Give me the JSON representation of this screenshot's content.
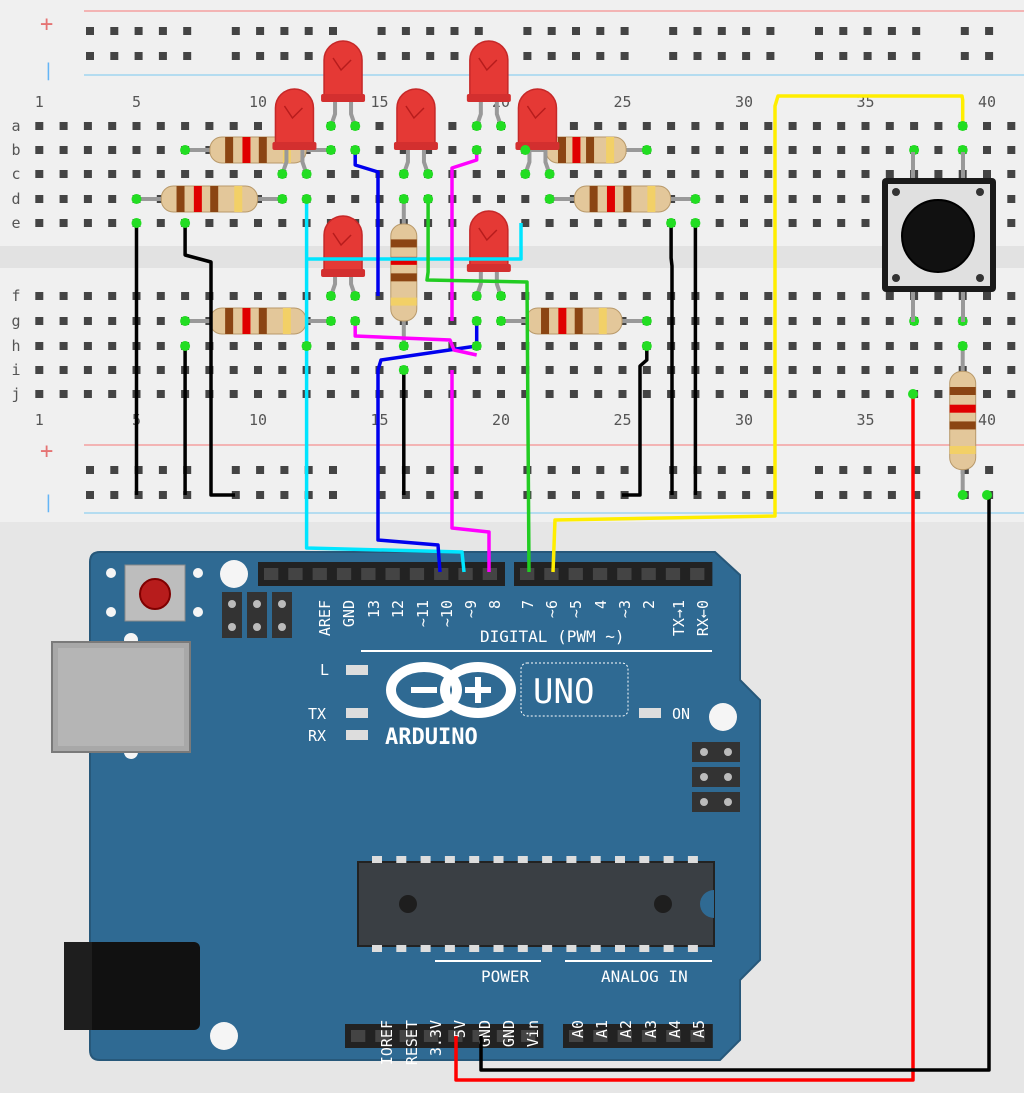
{
  "breadboard": {
    "column_numbers": [
      "1",
      "5",
      "10",
      "15",
      "20",
      "25",
      "30",
      "35",
      "40"
    ],
    "row_letters_top": [
      "a",
      "b",
      "c",
      "d",
      "e"
    ],
    "row_letters_bottom": [
      "f",
      "g",
      "h",
      "i",
      "j"
    ],
    "rail_plus": "+",
    "rail_minus": "|"
  },
  "arduino": {
    "digital_pins": [
      "AREF",
      "GND",
      "13",
      "12",
      "~11",
      "~10",
      "~9",
      "8",
      "7",
      "~6",
      "~5",
      "4",
      "~3",
      "2",
      "TX→1",
      "RX←0"
    ],
    "digital_label": "DIGITAL (PWM ~)",
    "power_pins": [
      "IOREF",
      "RESET",
      "3.3V",
      "5V",
      "GND",
      "GND",
      "Vin"
    ],
    "power_label": "POWER",
    "analog_pins": [
      "A0",
      "A1",
      "A2",
      "A3",
      "A4",
      "A5"
    ],
    "analog_label": "ANALOG IN",
    "brand": "ARDUINO",
    "model": "UNO",
    "led_l": "L",
    "led_tx": "TX",
    "led_rx": "RX",
    "led_on": "ON"
  },
  "colors": {
    "board": "#2f6a93",
    "breadboard": "#f0f0f0",
    "led": "#e53935",
    "wire_cyan": "#00e5ff",
    "wire_magenta": "#ff00ff",
    "wire_blue": "#0000ee",
    "wire_green": "#22cc22",
    "wire_yellow": "#ffee00",
    "wire_red": "#ff0000",
    "wire_black": "#000000"
  }
}
